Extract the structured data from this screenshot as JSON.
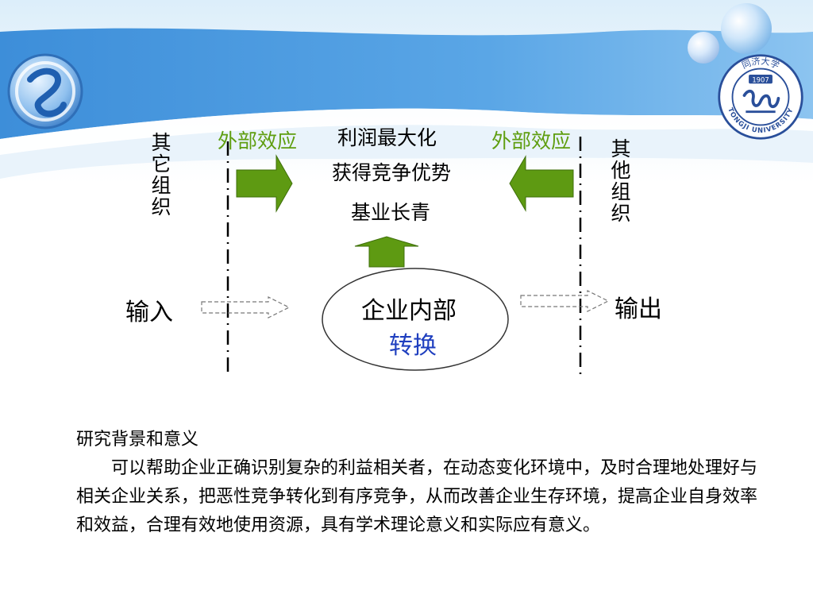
{
  "diagram": {
    "left_org_label": "其它组织",
    "right_org_label": "其他组织",
    "external_effect_left": "外部效应",
    "external_effect_right": "外部效应",
    "goals": [
      "利润最大化",
      "获得竞争优势",
      "基业长青"
    ],
    "input_label": "输入",
    "output_label": "输出",
    "center_line1": "企业内部",
    "center_line2": "转换"
  },
  "text_section": {
    "heading": "研究背景和意义",
    "body": "可以帮助企业正确识别复杂的利益相关者，在动态变化环境中，及时合理地处理好与相关企业关系，把恶性竞争转化到有序竞争，从而改善企业生存环境，提高企业自身效率和效益，合理有效地使用资源，具有学术理论意义和实际应有意义。"
  },
  "university_seal": {
    "text_top": "同济大学",
    "year": "1907",
    "text_bottom": "TONGJI UNIVERSITY"
  },
  "colors": {
    "arrow_green": "#5e9a12",
    "effect_text": "#5f9e10",
    "center_blue": "#1f3fbf",
    "banner_blue": "#3f8fd6"
  }
}
